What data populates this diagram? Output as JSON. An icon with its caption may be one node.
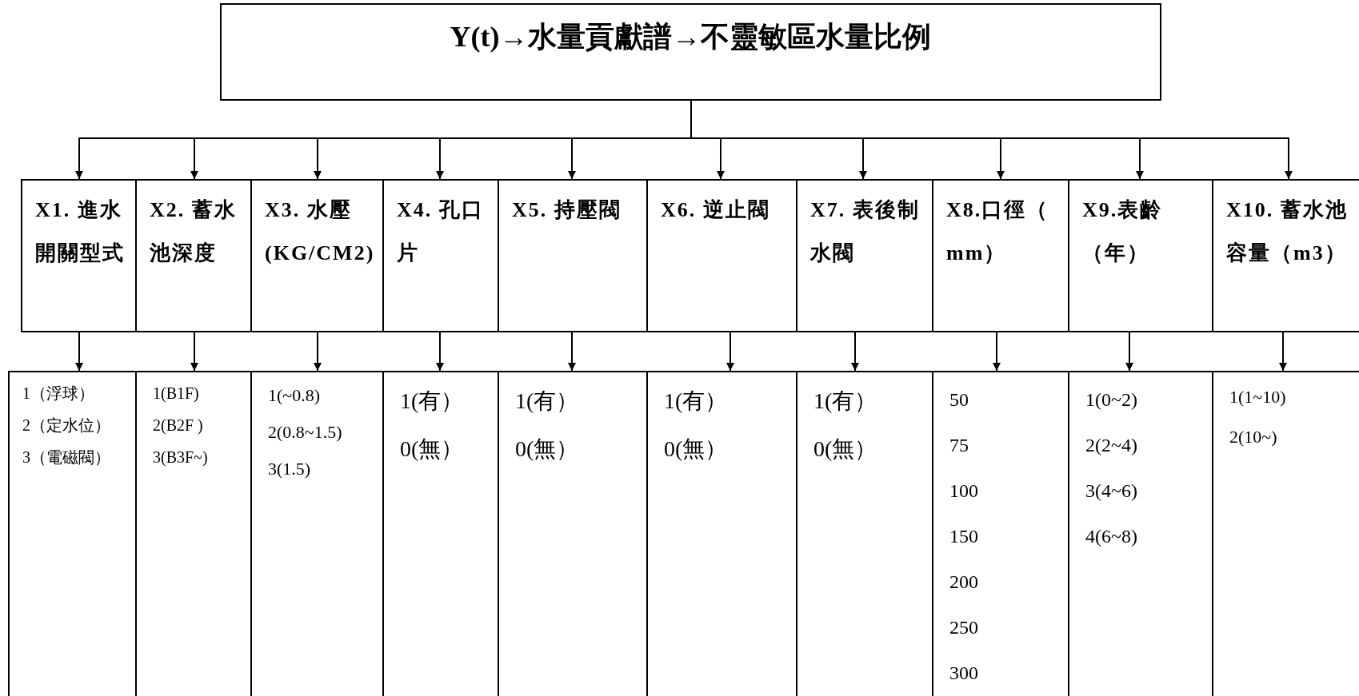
{
  "diagram": {
    "nodes": [
      {
        "text": [
          "Y(t)→水量貢獻譜→不靈敏區水量比例"
        ]
      },
      {
        "text": [
          "X1. 進水開關型式"
        ]
      },
      {
        "text": [
          "X2. 蓄水池深度"
        ]
      },
      {
        "text": [
          "X3. 水壓(KG/CM2)"
        ]
      },
      {
        "text": [
          "X4. 孔口片"
        ]
      },
      {
        "text": [
          "X5. 持壓閥"
        ]
      },
      {
        "text": [
          "X6. 逆止閥"
        ]
      },
      {
        "text": [
          "X7. 表後制水閥"
        ]
      },
      {
        "text": [
          "X8.口徑（ mm）"
        ]
      },
      {
        "text": [
          "X9.表齡（年）"
        ]
      },
      {
        "text": [
          "X10. 蓄水池容量（m3）"
        ]
      },
      {
        "text": [
          "1（浮球）",
          "2（定水位）",
          "3（電磁閥）"
        ]
      },
      {
        "text": [
          "1(B1F)",
          "2(B2F )",
          "3(B3F~)"
        ]
      },
      {
        "text": [
          "1(~0.8)",
          "2(0.8~1.5)",
          "3(1.5)"
        ]
      },
      {
        "text": [
          "1(有）",
          "0(無）"
        ]
      },
      {
        "text": [
          "1(有）",
          "0(無）"
        ]
      },
      {
        "text": [
          "1(有）",
          "0(無）"
        ]
      },
      {
        "text": [
          "1(有）",
          "0(無）"
        ]
      },
      {
        "text": [
          "50",
          "75",
          "100",
          "150",
          "200",
          "250",
          "300"
        ]
      },
      {
        "text": [
          "1(0~2)",
          "2(2~4)",
          "3(4~6)",
          "4(6~8)"
        ]
      },
      {
        "text": [
          "1(1~10)",
          "2(10~)"
        ]
      }
    ],
    "edges": [
      {
        "from": 0,
        "to": 1,
        "arrow": "to"
      },
      {
        "from": 0,
        "to": 2,
        "arrow": "to"
      },
      {
        "from": 0,
        "to": 3,
        "arrow": "to"
      },
      {
        "from": 0,
        "to": 4,
        "arrow": "to"
      },
      {
        "from": 0,
        "to": 5,
        "arrow": "to"
      },
      {
        "from": 0,
        "to": 6,
        "arrow": "to"
      },
      {
        "from": 0,
        "to": 7,
        "arrow": "to"
      },
      {
        "from": 0,
        "to": 8,
        "arrow": "to"
      },
      {
        "from": 0,
        "to": 9,
        "arrow": "to"
      },
      {
        "from": 0,
        "to": 10,
        "arrow": "to"
      },
      {
        "from": 1,
        "to": 11,
        "arrow": "to"
      },
      {
        "from": 2,
        "to": 12,
        "arrow": "to"
      },
      {
        "from": 3,
        "to": 13,
        "arrow": "to"
      },
      {
        "from": 4,
        "to": 14,
        "arrow": "to"
      },
      {
        "from": 5,
        "to": 15,
        "arrow": "to"
      },
      {
        "from": 6,
        "to": 16,
        "arrow": "to"
      },
      {
        "from": 7,
        "to": 17,
        "arrow": "to"
      },
      {
        "from": 8,
        "to": 18,
        "arrow": "to"
      },
      {
        "from": 9,
        "to": 19,
        "arrow": "to"
      },
      {
        "from": 10,
        "to": 20,
        "arrow": "to"
      }
    ]
  }
}
